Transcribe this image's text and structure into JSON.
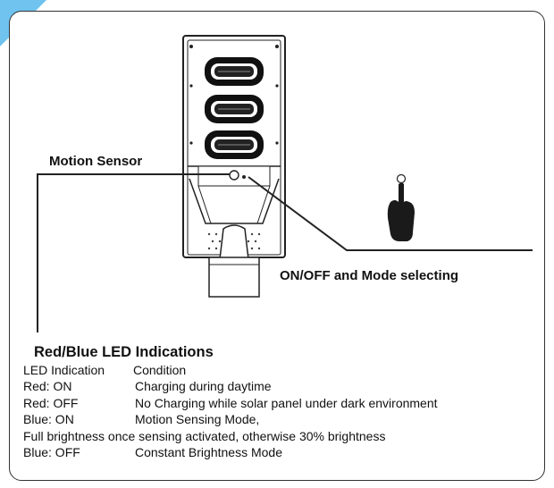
{
  "labels": {
    "motion_sensor": "Motion Sensor",
    "onoff_mode": "ON/OFF and Mode selecting"
  },
  "led": {
    "title": "Red/Blue LED Indications",
    "header": {
      "indication": "LED Indication",
      "condition": "Condition"
    },
    "rows": [
      {
        "indication": "Red: ON",
        "condition": "Charging during daytime"
      },
      {
        "indication": "Red: OFF",
        "condition": "No Charging while solar panel under dark environment"
      },
      {
        "indication": "Blue: ON",
        "condition": "Motion Sensing Mode,"
      }
    ],
    "note": "Full brightness once sensing activated, otherwise 30% brightness",
    "last_row": {
      "indication": "Blue: OFF",
      "condition": "Constant Brightness Mode"
    }
  },
  "colors": {
    "accent": "#6fc3ee",
    "line": "#222222",
    "hand": "#1a1a1a"
  }
}
